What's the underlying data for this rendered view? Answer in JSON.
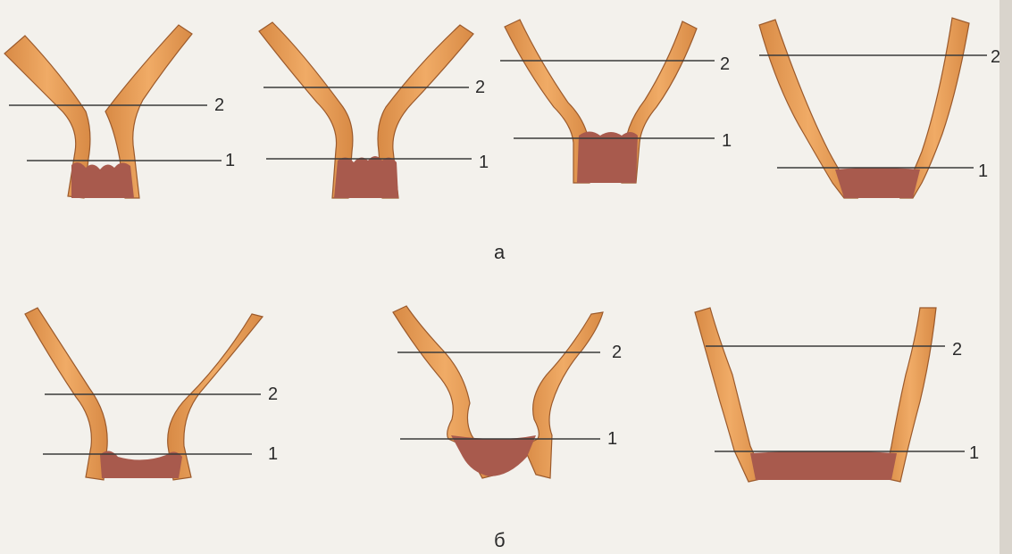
{
  "colors": {
    "background": "#f3f1ec",
    "wall": "#e79c58",
    "wall_edge": "#9b5a2c",
    "canal": "#a85a4d",
    "line": "#3a3a3a"
  },
  "group_labels": {
    "top": "а",
    "bottom": "б"
  },
  "line_labels": {
    "internal_os": "1",
    "external_os": "2"
  },
  "panels": [
    {
      "id": "a1"
    },
    {
      "id": "a2"
    },
    {
      "id": "a3"
    },
    {
      "id": "a4"
    },
    {
      "id": "b1"
    },
    {
      "id": "b2"
    },
    {
      "id": "b3"
    }
  ]
}
